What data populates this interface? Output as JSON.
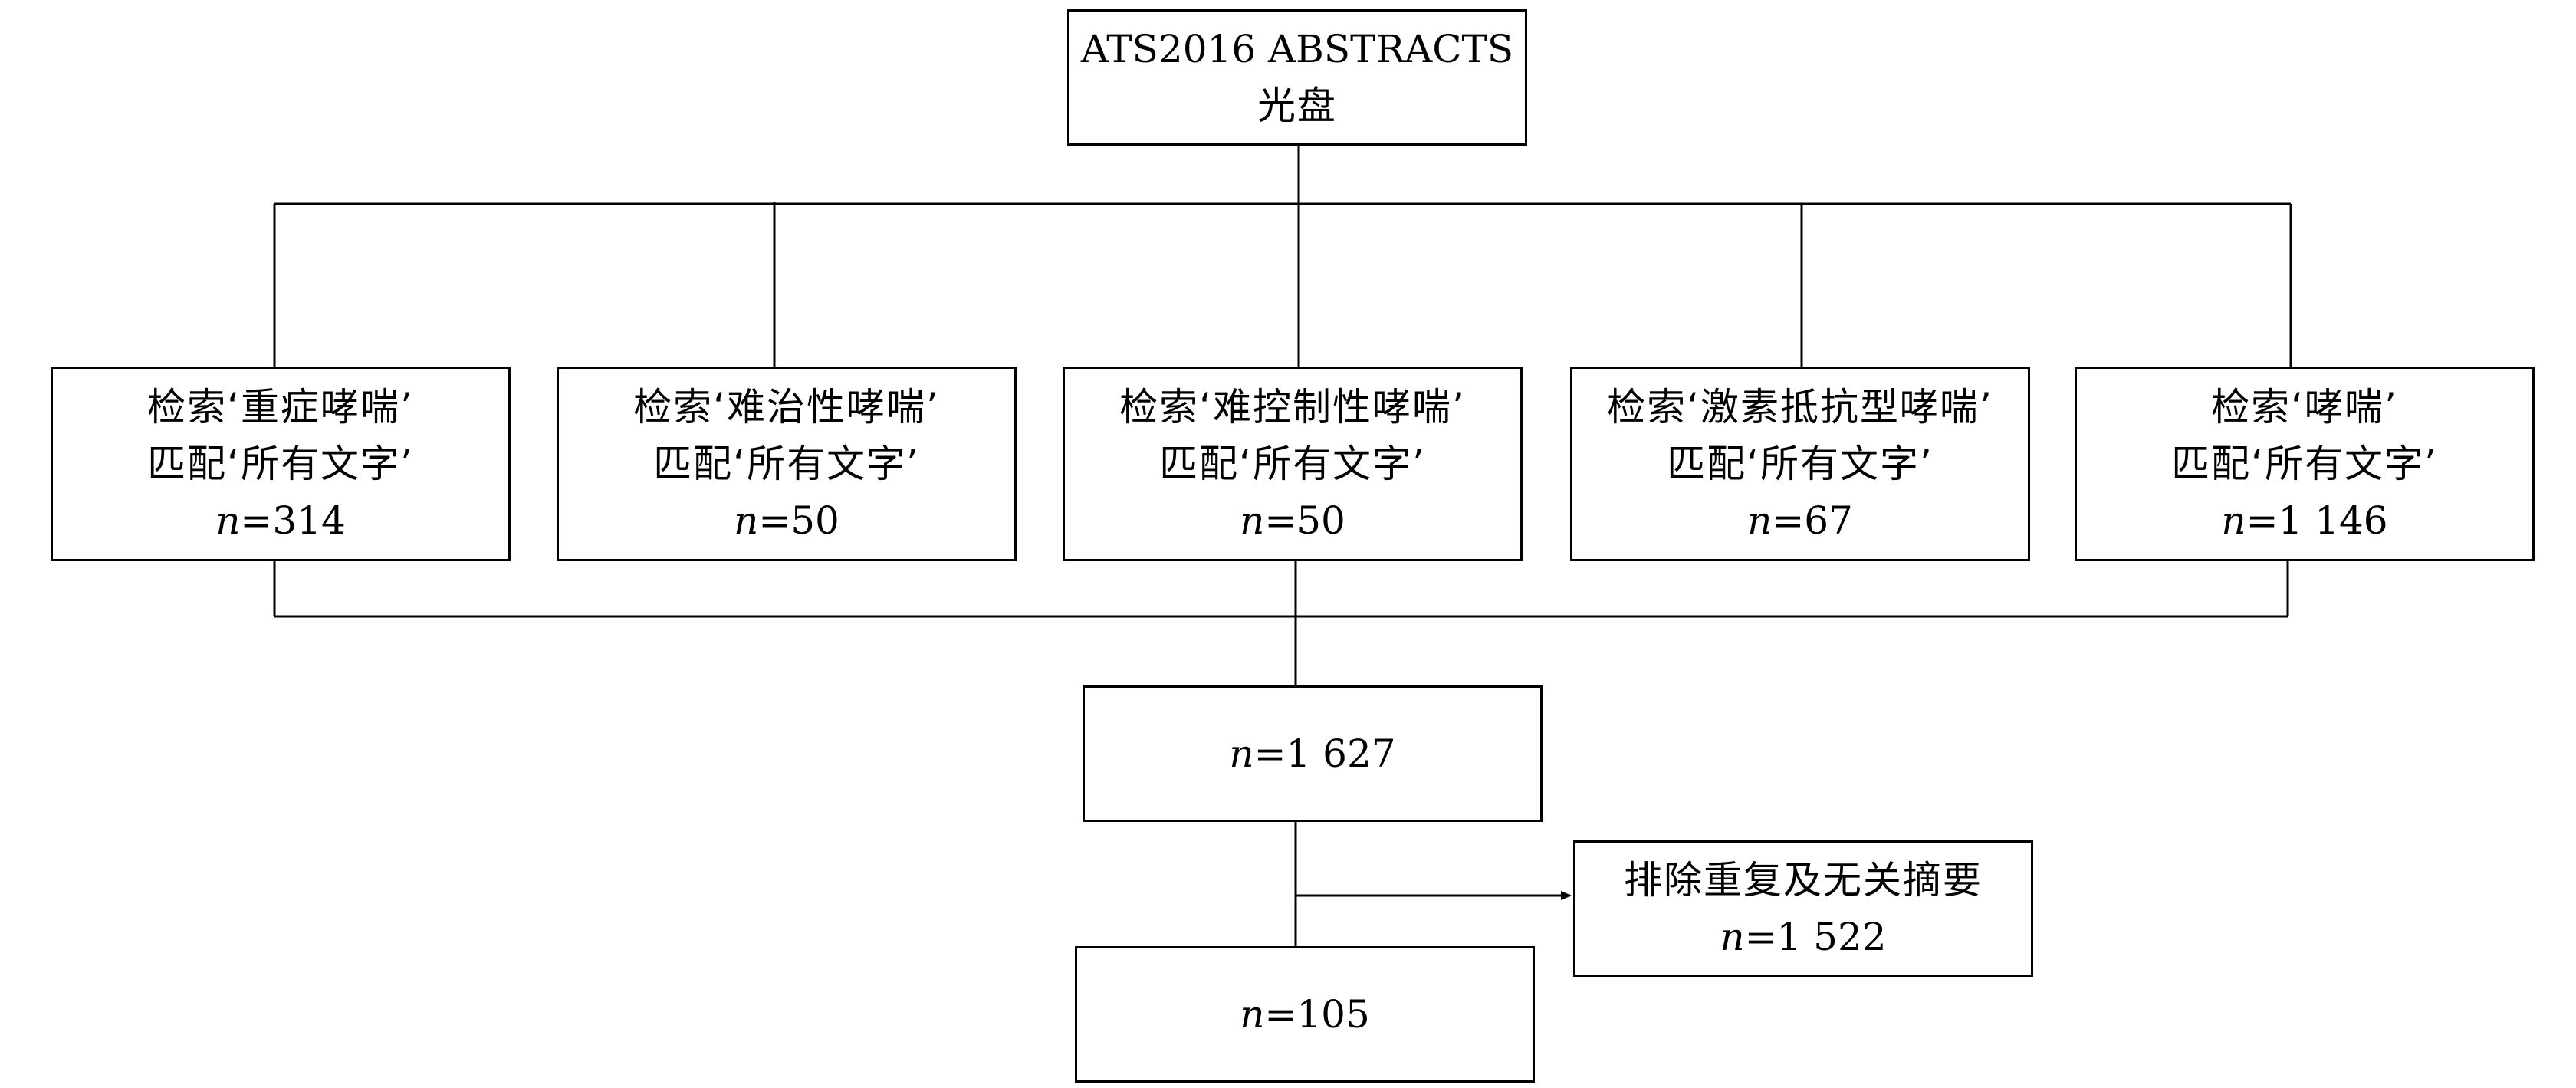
{
  "source": {
    "line1": "ATS2016 ABSTRACTS",
    "line2": "光盘"
  },
  "searches": [
    {
      "query": "检索‘重症哮喘’",
      "match": "匹配‘所有文字’",
      "n_label": "n",
      "n_value": "=314"
    },
    {
      "query": "检索‘难治性哮喘’",
      "match": "匹配‘所有文字’",
      "n_label": "n",
      "n_value": "=50"
    },
    {
      "query": "检索‘难控制性哮喘’",
      "match": "匹配‘所有文字’",
      "n_label": "n",
      "n_value": "=50"
    },
    {
      "query": "检索‘激素抵抗型哮喘’",
      "match": "匹配‘所有文字’",
      "n_label": "n",
      "n_value": "=67"
    },
    {
      "query": "检索‘哮喘’",
      "match": "匹配‘所有文字’",
      "n_label": "n",
      "n_value": "=1 146"
    }
  ],
  "merged": {
    "n_label": "n",
    "n_value": "=1 627"
  },
  "excluded": {
    "label": "排除重复及无关摘要",
    "n_label": "n",
    "n_value": "=1 522"
  },
  "final": {
    "n_label": "n",
    "n_value": "=105"
  }
}
